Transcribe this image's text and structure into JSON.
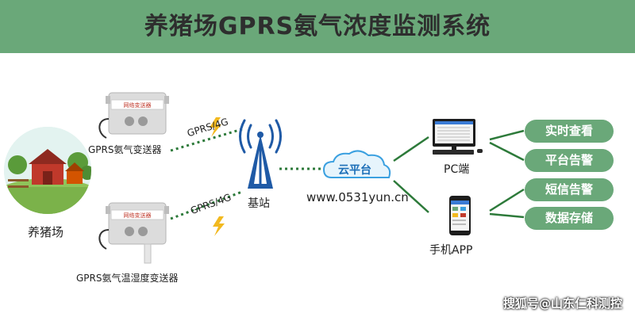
{
  "header": {
    "title": "养猪场GPRS氨气浓度监测系统"
  },
  "farm": {
    "label": "养猪场"
  },
  "sensor_top": {
    "label": "GPRS氨气变送器",
    "device_text": "网络变送器"
  },
  "sensor_bottom": {
    "label": "GPRS氨气温湿度变送器",
    "device_text": "网络变送器"
  },
  "links": {
    "top": "GPRS/4G",
    "bottom": "GPRS/4G"
  },
  "tower": {
    "label": "基站"
  },
  "cloud": {
    "label": "云平台",
    "url": "www.0531yun.cn"
  },
  "pc": {
    "label": "PC端"
  },
  "phone": {
    "label": "手机APP"
  },
  "functions": [
    "实时查看",
    "平台告警",
    "短信告警",
    "数据存储"
  ],
  "watermark": "搜狐号@山东仁科测控",
  "colors": {
    "accent": "#6aa879",
    "line": "#2d7a3a",
    "tower": "#1f5aa6",
    "lightning": "#f2b91f",
    "cloud": "#3aa0e0"
  }
}
